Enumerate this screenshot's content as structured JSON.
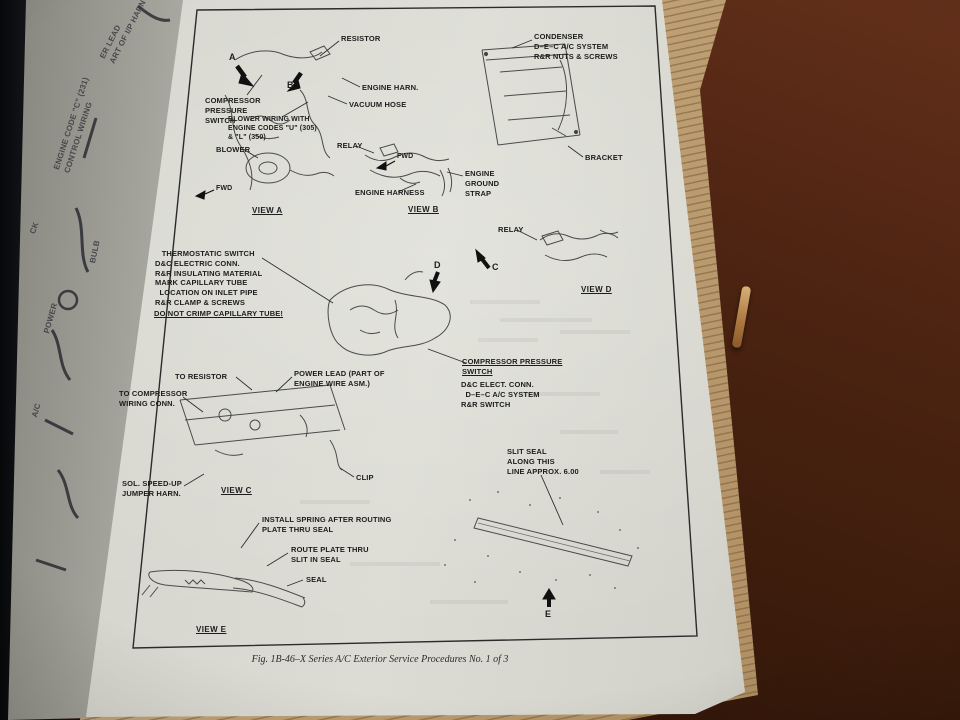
{
  "caption": "Fig. 1B-46–X Series A/C Exterior Service Procedures No. 1 of 3",
  "left_page": {
    "fragment_1": "ER LEAD\nART OF I/P HARN",
    "fragment_2": "ENGINE CODE \"C\" (231)\nCONTROL WIRING",
    "fragment_3": "BULB",
    "fragment_4": "CK",
    "fragment_5": "POWER",
    "fragment_6": "A/C"
  },
  "view_a": {
    "title": "VIEW A",
    "resistor": "RESISTOR",
    "marker_a": "A",
    "marker_b": "B",
    "compressor_pressure_switch": "COMPRESSOR\nPRESSURE\nSWITCH",
    "engine_harn": "ENGINE HARN.",
    "vacuum_hose": "VACUUM HOSE",
    "blower_wiring": "BLOWER WIRING WITH\nENGINE CODES \"U\" (305)\n& \"L\" (350)",
    "blower": "BLOWER",
    "fwd": "FWD"
  },
  "view_b": {
    "title": "VIEW B",
    "relay": "RELAY",
    "fwd": "FWD",
    "engine_ground_strap": "ENGINE\nGROUND\nSTRAP",
    "engine_harness": "ENGINE HARNESS"
  },
  "condenser": {
    "note": "CONDENSER\nD–E–C A/C SYSTEM\nR&R NUTS & SCREWS",
    "bracket": "BRACKET"
  },
  "view_d": {
    "title": "VIEW D",
    "relay": "RELAY",
    "marker_c": "C",
    "marker_d": "D"
  },
  "thermostatic": {
    "note": "   THERMOSTATIC SWITCH\nD&C ELECTRIC CONN.\nR&R INSULATING MATERIAL\nMARK CAPILLARY TUBE\n  LOCATION ON INLET PIPE\nR&R CLAMP & SCREWS",
    "warning": "DO NOT CRIMP CAPILLARY TUBE!"
  },
  "pressure_switch": {
    "title": "COMPRESSOR PRESSURE\nSWITCH",
    "note": "D&C ELECT. CONN.\n  D–E–C A/C SYSTEM\nR&R SWITCH"
  },
  "view_c": {
    "title": "VIEW C",
    "to_resistor": "TO RESISTOR",
    "power_lead": "POWER LEAD (PART OF\nENGINE WIRE ASM.)",
    "to_compressor": "TO COMPRESSOR\nWIRING CONN.",
    "clip": "CLIP",
    "jumper": "SOL. SPEED-UP\nJUMPER HARN."
  },
  "slit_seal": {
    "note": "SLIT SEAL\nALONG THIS\nLINE APPROX. 6.00",
    "marker_e": "E"
  },
  "view_e": {
    "title": "VIEW E",
    "install_spring": "INSTALL SPRING AFTER ROUTING\nPLATE THRU SEAL",
    "route_plate": "ROUTE PLATE THRU\nSLIT IN SEAL",
    "seal": "SEAL"
  }
}
